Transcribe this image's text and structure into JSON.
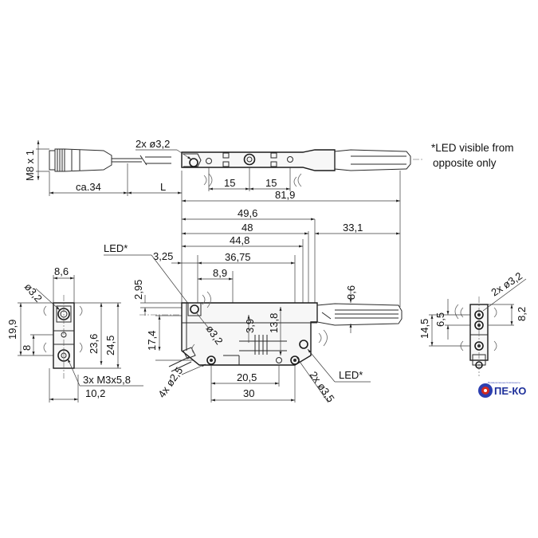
{
  "note": {
    "line1": "*LED visible from",
    "line2": "opposite only"
  },
  "top_view": {
    "thread": "M8 x 1",
    "cable_len": "ca.34",
    "length_var": "L",
    "holes": "2x ø3,2",
    "spacing_a": "15",
    "spacing_b": "15",
    "overall": "81,9"
  },
  "side_view": {
    "d49_6": "49,6",
    "d48": "48",
    "d33_1": "33,1",
    "d44_8": "44,8",
    "led_label_top": "LED*",
    "d3_25": "3,25",
    "d36_75": "36,75",
    "d2_95": "2,95",
    "d8_9": "8,9",
    "d8_6": "8,6",
    "d17_4": "17,4",
    "d3_2": "ø3,2",
    "d3_9": "3,9",
    "d13_8": "13,8",
    "d4x2_5": "4x ø2,5",
    "d20_5": "20,5",
    "d30": "30",
    "d2x3_5": "2x ø3,5",
    "led_label_bottom": "LED*"
  },
  "left_view": {
    "d8_6": "8,6",
    "d3_2": "ø3,2",
    "d19_9": "19,9",
    "d8": "8",
    "d23_6": "23,6",
    "d24_5": "24,5",
    "threads": "3x M3x5,8",
    "d10_2": "10,2"
  },
  "right_view": {
    "holes": "2x ø3,2",
    "d14_5": "14,5",
    "d6_5": "6,5",
    "d8_2": "8,2"
  },
  "logo": {
    "text": "ПЕ-КО",
    "tagline": "Промышленные Компоненты"
  },
  "colors": {
    "logo_blue": "#2d3fb0",
    "logo_red": "#d42a1e",
    "line": "#1a1a1a"
  }
}
